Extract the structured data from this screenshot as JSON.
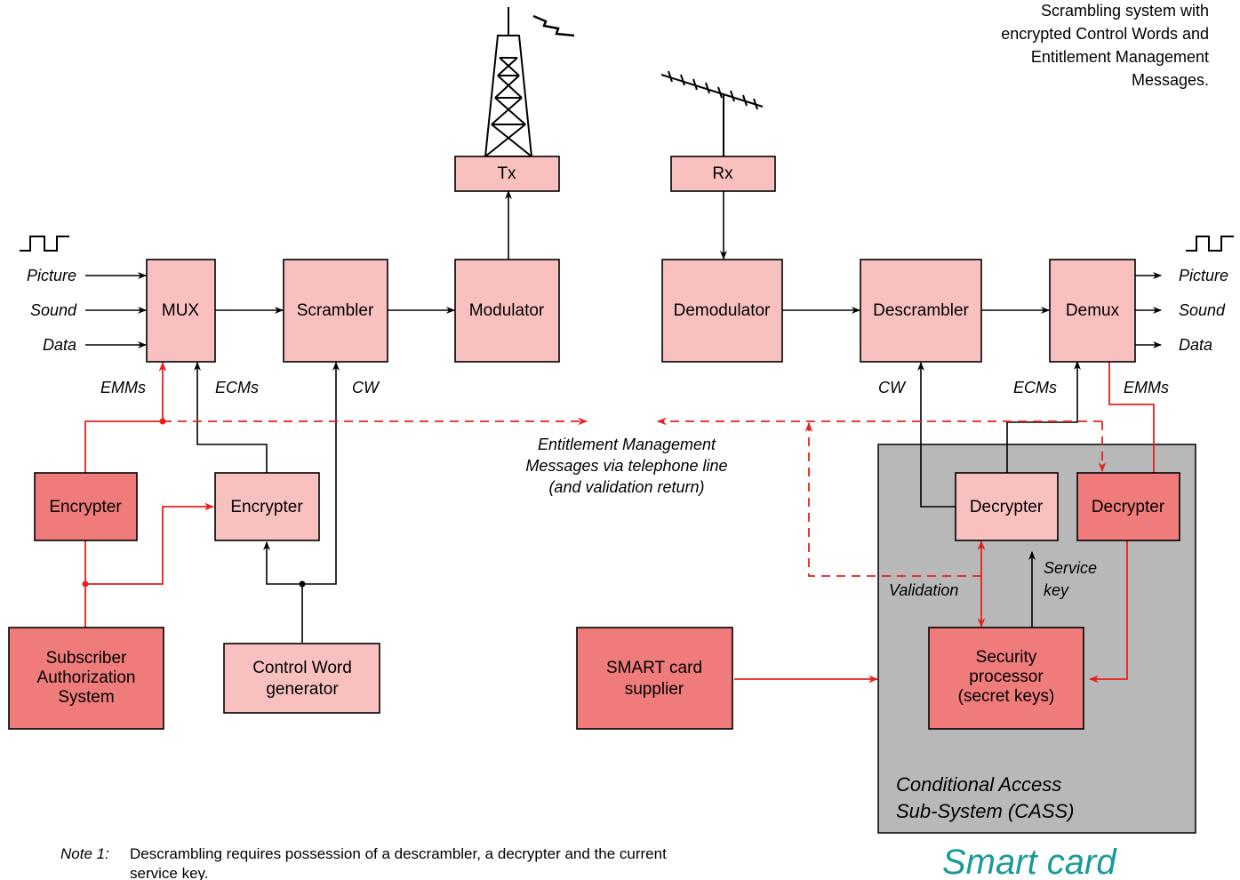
{
  "title_lines": [
    "Scrambling system with",
    "encrypted Control Words and",
    "Entitlement Management",
    "Messages."
  ],
  "inputs": [
    "Picture",
    "Sound",
    "Data"
  ],
  "outputs": [
    "Picture",
    "Sound",
    "Data"
  ],
  "blocks": {
    "mux": "MUX",
    "scrambler": "Scrambler",
    "modulator": "Modulator",
    "tx": "Tx",
    "rx": "Rx",
    "demodulator": "Demodulator",
    "descrambler": "Descrambler",
    "demux": "Demux",
    "encrypter_left": "Encrypter",
    "encrypter_right": "Encrypter",
    "subscriber": [
      "Subscriber",
      "Authorization",
      "System"
    ],
    "cw_generator": [
      "Control Word",
      "generator"
    ],
    "smart_supplier": [
      "SMART card",
      "supplier"
    ],
    "decrypter_ecm": "Decrypter",
    "decrypter_emm": "Decrypter",
    "security": [
      "Security",
      "processor",
      "(secret keys)"
    ]
  },
  "labels": {
    "emms_left": "EMMs",
    "ecms_left": "ECMs",
    "cw_left": "CW",
    "cw_right": "CW",
    "ecms_right": "ECMs",
    "emms_right": "EMMs",
    "telephone": [
      "Entitlement Management",
      "Messages via telephone line",
      "(and validation return)"
    ],
    "validation": "Validation",
    "service_key": [
      "Service",
      "key"
    ]
  },
  "cass_label": [
    "Conditional Access",
    "Sub-System (CASS)"
  ],
  "smart_card_label": "Smart card",
  "note": {
    "prefix": "Note 1:",
    "lines": [
      "Descrambling requires possession of a descrambler, a decrypter and the current",
      "service key."
    ]
  },
  "colors": {
    "light_box": "#f9c0c0",
    "dark_box": "#f07b7b",
    "cass_bg": "#b8b8b8",
    "red_line": "#e8201c",
    "smart_card_text": "#1a9a9a"
  }
}
